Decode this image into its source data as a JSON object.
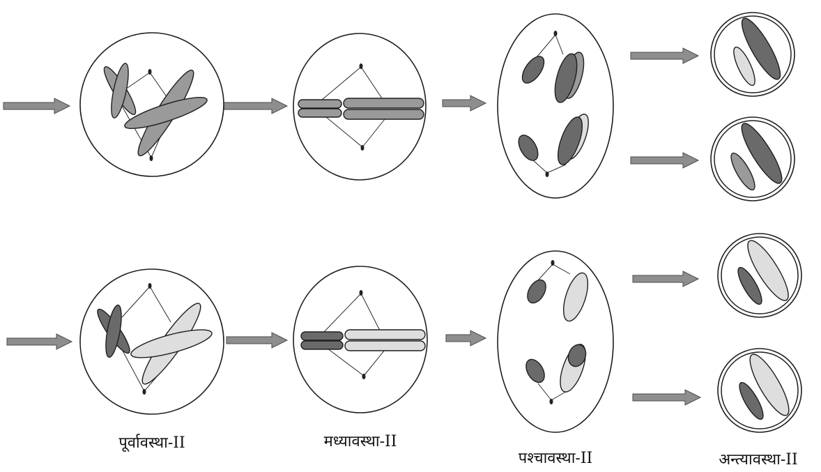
{
  "stages": [
    "पूर्वावस्था-II",
    "मध्यावस्था-II",
    "पश्चावस्था-II",
    "अन्त्यावस्था-II"
  ],
  "colors": {
    "chromosome_dark": "#6a6a6a",
    "chromosome_light": "#dedede",
    "arrow": "#8e8e8e"
  }
}
